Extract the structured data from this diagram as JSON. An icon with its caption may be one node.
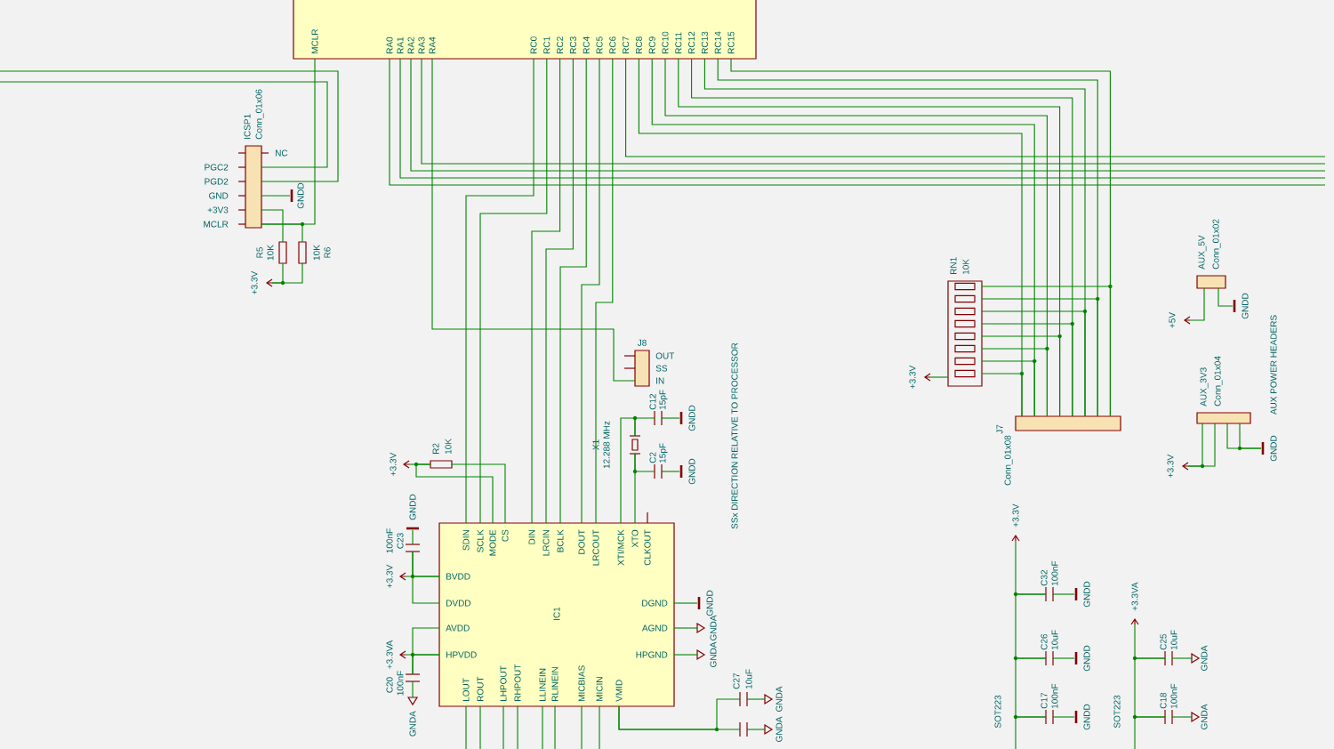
{
  "diagram": {
    "nodes": [
      {
        "text": [
          "MCLR",
          "RA0",
          "RA1",
          "RA2",
          "RA3",
          "RA4",
          "RC0",
          "RC1",
          "RC2",
          "RC3",
          "RC4",
          "RC5",
          "RC6",
          "RC7",
          "RC8",
          "RC9",
          "RC10",
          "RC11",
          "RC12",
          "RC13",
          "RC14",
          "RC15"
        ]
      },
      {
        "text": [
          "ICSP1",
          "Conn_01x06",
          "NC",
          "PGC2",
          "PGD2",
          "GND",
          "+3V3",
          "MCLR"
        ]
      },
      {
        "text": [
          "R5",
          "10K"
        ]
      },
      {
        "text": [
          "10K",
          "R6"
        ]
      },
      {
        "text": [
          "R2",
          "10K"
        ]
      },
      {
        "text": [
          "IC1",
          "SDIN",
          "SCLK",
          "MODE",
          "CS",
          "DIN",
          "LRCIN",
          "BCLK",
          "DOUT",
          "LRCOUT",
          "XTI/MCK",
          "XTO",
          "CLKOUT",
          "BVDD",
          "DVDD",
          "AVDD",
          "HPVDD",
          "DGND",
          "AGND",
          "HPGND",
          "LOUT",
          "ROUT",
          "LHPOUT",
          "RHPOUT",
          "LLINEIN",
          "RLINEIN",
          "MICBIAS",
          "MICIN",
          "VMID"
        ]
      },
      {
        "text": [
          "J8",
          "OUT",
          "SS",
          "IN"
        ]
      },
      {
        "text": [
          "X1",
          "12.288 MHz"
        ]
      },
      {
        "text": [
          "C12",
          "15pF"
        ]
      },
      {
        "text": [
          "C2",
          "15pF"
        ]
      },
      {
        "text": [
          "C23",
          "100nF"
        ]
      },
      {
        "text": [
          "C20",
          "100nF"
        ]
      },
      {
        "text": [
          "C27",
          "10uF"
        ]
      },
      {
        "text": [
          "RN1",
          "10K"
        ]
      },
      {
        "text": [
          "J7",
          "Conn_01x08"
        ]
      },
      {
        "text": [
          "AUX_5V",
          "Conn_01x02"
        ]
      },
      {
        "text": [
          "AUX_3V3",
          "Conn_01x04"
        ]
      },
      {
        "text": [
          "C32",
          "100nF"
        ]
      },
      {
        "text": [
          "C26",
          "10uF"
        ]
      },
      {
        "text": [
          "C17",
          "100nF"
        ]
      },
      {
        "text": [
          "C25",
          "10uF"
        ]
      },
      {
        "text": [
          "C18",
          "100nF"
        ]
      },
      {
        "text": [],
        "shape": "capacitor"
      },
      {
        "text": [
          "GNDD"
        ]
      },
      {
        "text": [
          "+3.3V"
        ]
      },
      {
        "text": [
          "+3.3V"
        ]
      },
      {
        "text": [
          "GNDD"
        ]
      },
      {
        "text": [
          "+3.3V"
        ]
      },
      {
        "text": [
          "+3.3VA"
        ]
      },
      {
        "text": [
          "GNDA"
        ]
      },
      {
        "text": [
          "GNDD"
        ]
      },
      {
        "text": [
          "GNDD"
        ]
      },
      {
        "text": [
          "GNDD"
        ]
      },
      {
        "text": [
          "GNDA"
        ]
      },
      {
        "text": [
          "GNDA"
        ]
      },
      {
        "text": [
          "GNDA"
        ]
      },
      {
        "text": [
          "GNDA"
        ]
      },
      {
        "text": [
          "+3.3V"
        ]
      },
      {
        "text": [
          "+5V"
        ]
      },
      {
        "text": [
          "GNDD"
        ]
      },
      {
        "text": [
          "+3.3V"
        ]
      },
      {
        "text": [
          "GNDD"
        ]
      },
      {
        "text": [
          "+3.3V"
        ]
      },
      {
        "text": [
          "GNDD"
        ]
      },
      {
        "text": [
          "GNDD"
        ]
      },
      {
        "text": [
          "GNDD"
        ]
      },
      {
        "text": [
          "+3.3VA"
        ]
      },
      {
        "text": [
          "GNDA"
        ]
      },
      {
        "text": [
          "GNDA"
        ]
      }
    ],
    "edges": [
      {
        "from": 0,
        "to": 1,
        "arrow": "none"
      },
      {
        "from": 1,
        "to": null,
        "arrow": "none"
      },
      {
        "from": 1,
        "to": null,
        "arrow": "none"
      },
      {
        "from": 1,
        "to": 2,
        "arrow": "none"
      },
      {
        "from": 1,
        "to": 3,
        "arrow": "none"
      },
      {
        "from": 0,
        "to": 5,
        "arrow": "none"
      },
      {
        "from": 0,
        "to": 5,
        "arrow": "none"
      },
      {
        "from": 0,
        "to": 5,
        "arrow": "none"
      },
      {
        "from": 0,
        "to": 5,
        "arrow": "none"
      },
      {
        "from": 0,
        "to": 5,
        "arrow": "none"
      },
      {
        "from": 0,
        "to": 5,
        "arrow": "none"
      },
      {
        "from": 0,
        "to": 5,
        "arrow": "none"
      },
      {
        "from": 0,
        "to": null,
        "arrow": "none"
      },
      {
        "from": 0,
        "to": null,
        "arrow": "none"
      },
      {
        "from": 0,
        "to": null,
        "arrow": "none"
      },
      {
        "from": 0,
        "to": null,
        "arrow": "none"
      },
      {
        "from": 0,
        "to": null,
        "arrow": "none"
      },
      {
        "from": 0,
        "to": 6,
        "arrow": "none"
      },
      {
        "from": 0,
        "to": 14,
        "arrow": "none"
      },
      {
        "from": 0,
        "to": 14,
        "arrow": "none"
      },
      {
        "from": 0,
        "to": 14,
        "arrow": "none"
      },
      {
        "from": 0,
        "to": 14,
        "arrow": "none"
      },
      {
        "from": 0,
        "to": 14,
        "arrow": "none"
      },
      {
        "from": 0,
        "to": 14,
        "arrow": "none"
      },
      {
        "from": 0,
        "to": 14,
        "arrow": "none"
      },
      {
        "from": 0,
        "to": 14,
        "arrow": "none"
      },
      {
        "from": 13,
        "to": 14,
        "arrow": "none"
      },
      {
        "from": 13,
        "to": 14,
        "arrow": "none"
      },
      {
        "from": 13,
        "to": 14,
        "arrow": "none"
      },
      {
        "from": 13,
        "to": 14,
        "arrow": "none"
      },
      {
        "from": 13,
        "to": 14,
        "arrow": "none"
      },
      {
        "from": 13,
        "to": 14,
        "arrow": "none"
      },
      {
        "from": 13,
        "to": 14,
        "arrow": "none"
      },
      {
        "from": 13,
        "to": 14,
        "arrow": "none"
      },
      {
        "from": 4,
        "to": 5,
        "arrow": "none"
      },
      {
        "from": 7,
        "to": 5,
        "arrow": "none"
      },
      {
        "from": 7,
        "to": 5,
        "arrow": "none"
      },
      {
        "from": 8,
        "to": 7,
        "arrow": "none"
      },
      {
        "from": 9,
        "to": 7,
        "arrow": "none"
      },
      {
        "from": 10,
        "to": 5,
        "arrow": "none"
      },
      {
        "from": 11,
        "to": 5,
        "arrow": "none"
      },
      {
        "from": 12,
        "to": 5,
        "arrow": "none"
      },
      {
        "from": 4,
        "to": 5,
        "arrow": "none"
      },
      {
        "from": 10,
        "to": 5,
        "arrow": "none"
      },
      {
        "from": 11,
        "to": 5,
        "arrow": "none"
      },
      {
        "from": 22,
        "to": 5,
        "arrow": "none"
      },
      {
        "from": 17,
        "to": 18,
        "arrow": "none"
      },
      {
        "from": 18,
        "to": 19,
        "arrow": "none"
      },
      {
        "from": 19,
        "to": null,
        "arrow": "none"
      },
      {
        "from": 20,
        "to": 21,
        "arrow": "none"
      },
      {
        "from": 21,
        "to": null,
        "arrow": "none"
      },
      {
        "from": 1,
        "to": 23,
        "arrow": "none"
      },
      {
        "from": 2,
        "to": 24,
        "arrow": "none"
      },
      {
        "from": 3,
        "to": 24,
        "arrow": "none"
      },
      {
        "from": 4,
        "to": 25,
        "arrow": "none"
      },
      {
        "from": 10,
        "to": 26,
        "arrow": "none"
      },
      {
        "from": 5,
        "to": 27,
        "arrow": "none"
      },
      {
        "from": 5,
        "to": 28,
        "arrow": "none"
      },
      {
        "from": 11,
        "to": 29,
        "arrow": "none"
      },
      {
        "from": 8,
        "to": 30,
        "arrow": "none"
      },
      {
        "from": 9,
        "to": 31,
        "arrow": "none"
      },
      {
        "from": 5,
        "to": 32,
        "arrow": "none"
      },
      {
        "from": 5,
        "to": 33,
        "arrow": "none"
      },
      {
        "from": 5,
        "to": 34,
        "arrow": "none"
      },
      {
        "from": 12,
        "to": 35,
        "arrow": "none"
      },
      {
        "from": 22,
        "to": 36,
        "arrow": "none"
      },
      {
        "from": 13,
        "to": 37,
        "arrow": "none"
      },
      {
        "from": 15,
        "to": 38,
        "arrow": "none"
      },
      {
        "from": 15,
        "to": 39,
        "arrow": "none"
      },
      {
        "from": 16,
        "to": 40,
        "arrow": "none"
      },
      {
        "from": 16,
        "to": 40,
        "arrow": "none"
      },
      {
        "from": 16,
        "to": 41,
        "arrow": "none"
      },
      {
        "from": 16,
        "to": 41,
        "arrow": "none"
      },
      {
        "from": 17,
        "to": 42,
        "arrow": "none"
      },
      {
        "from": 17,
        "to": 43,
        "arrow": "none"
      },
      {
        "from": 18,
        "to": 44,
        "arrow": "none"
      },
      {
        "from": 19,
        "to": 45,
        "arrow": "none"
      },
      {
        "from": 20,
        "to": 46,
        "arrow": "none"
      },
      {
        "from": 20,
        "to": 47,
        "arrow": "none"
      },
      {
        "from": 21,
        "to": 48,
        "arrow": "none"
      }
    ],
    "labels": [
      "SSx DIRECTION RELATIVE TO PROCESSOR",
      "AUX POWER HEADERS",
      "SOT223",
      "SOT223"
    ]
  }
}
